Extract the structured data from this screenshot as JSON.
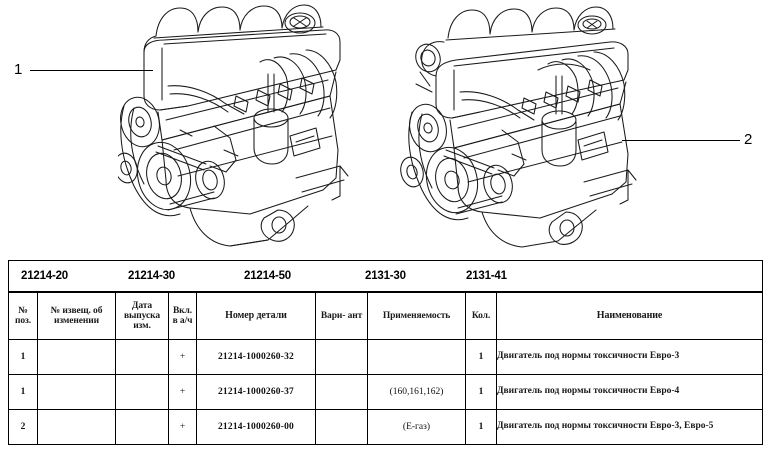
{
  "figure": {
    "callouts": [
      {
        "id": "1",
        "label": "1"
      },
      {
        "id": "2",
        "label": "2"
      }
    ],
    "engines": [
      {
        "name": "engine-illustration-left"
      },
      {
        "name": "engine-illustration-right"
      }
    ]
  },
  "table": {
    "models": [
      "21214-20",
      "21214-30",
      "21214-50",
      "2131-30",
      "2131-41"
    ],
    "headers": {
      "position": "№ поз.",
      "notice_number": "№ извещ. об изменении",
      "release_date": "Дата выпуска изм.",
      "included": "Вкл. в а/ч",
      "part_number": "Номер детали",
      "variant": "Вари- ант",
      "applicability": "Применяемость",
      "quantity": "Кол.",
      "name": "Наименование"
    },
    "rows": [
      {
        "position": "1",
        "notice_number": "",
        "release_date": "",
        "included": "+",
        "part_number": "21214-1000260-32",
        "variant": "",
        "applicability": "",
        "quantity": "1",
        "name": "Двигатель под нормы токсичности Евро-3"
      },
      {
        "position": "1",
        "notice_number": "",
        "release_date": "",
        "included": "+",
        "part_number": "21214-1000260-37",
        "variant": "",
        "applicability": "(160,161,162)",
        "quantity": "1",
        "name": "Двигатель под нормы токсичности Евро-4"
      },
      {
        "position": "2",
        "notice_number": "",
        "release_date": "",
        "included": "+",
        "part_number": "21214-1000260-00",
        "variant": "",
        "applicability": "(Е-газ)",
        "quantity": "1",
        "name": "Двигатель под нормы токсичности Евро-3, Евро-5"
      }
    ]
  },
  "colors": {
    "line": "#000000",
    "text": "#111111",
    "background": "#ffffff"
  }
}
